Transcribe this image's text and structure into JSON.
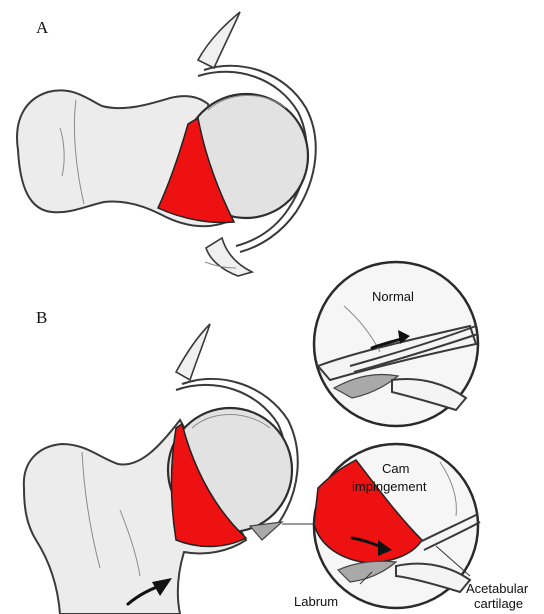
{
  "panels": {
    "a": {
      "letter": "A"
    },
    "b": {
      "letter": "B"
    }
  },
  "callouts": {
    "normal": {
      "title": "Normal"
    },
    "cam": {
      "title_line1": "Cam",
      "title_line2": "impingement"
    }
  },
  "labels": {
    "labrum": "Labrum",
    "acetabular_line1": "Acetabular",
    "acetabular_line2": "cartilage"
  },
  "colors": {
    "lesion": "#ee1111",
    "bone": "#ececec",
    "outline": "#3a3a3a"
  }
}
